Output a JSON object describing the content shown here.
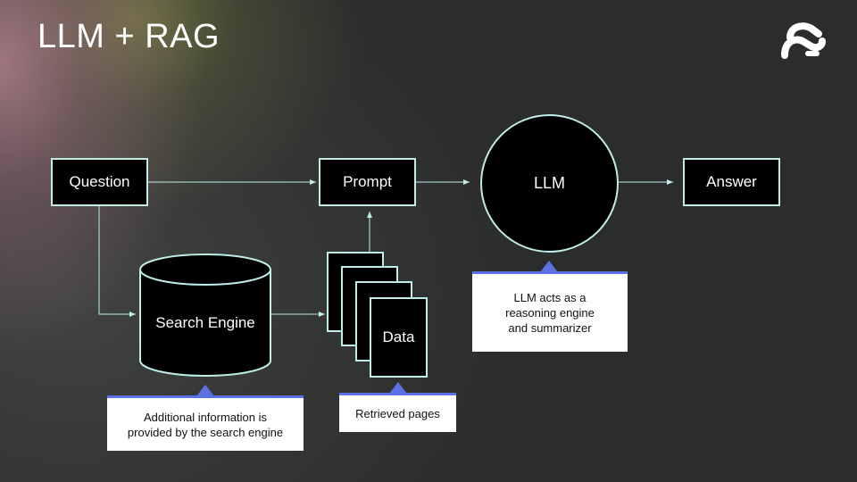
{
  "title": "LLM + RAG",
  "logo": {
    "icon": "brand-logo-icon"
  },
  "nodes": {
    "question": "Question",
    "prompt": "Prompt",
    "llm": "LLM",
    "answer": "Answer",
    "search_engine": "Search Engine",
    "data": "Data"
  },
  "callouts": {
    "search_engine": [
      "Additional information is",
      "provided by the search engine"
    ],
    "data": "Retrieved pages",
    "llm": [
      "LLM acts as a",
      "reasoning engine",
      "and summarizer"
    ]
  },
  "colors": {
    "node_border": "#bfeee8",
    "node_fill": "#000000",
    "callout_accent": "#5b72e6",
    "text": "#ffffff"
  }
}
